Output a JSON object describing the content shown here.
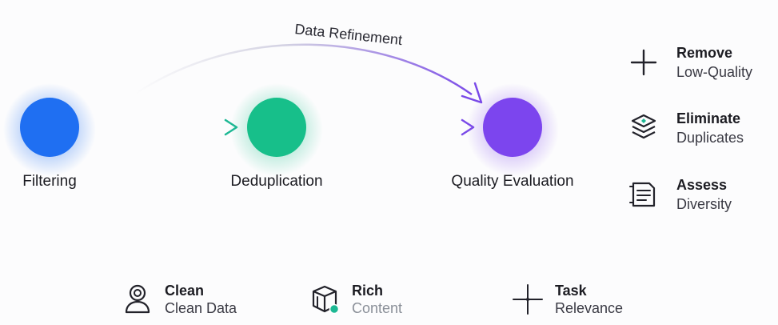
{
  "diagram": {
    "arc_label": "Data Refinement",
    "nodes": [
      {
        "id": "filtering",
        "label": "Filtering",
        "color": "#1f6ff2"
      },
      {
        "id": "deduplication",
        "label": "Deduplication",
        "color": "#17bf8a"
      },
      {
        "id": "quality",
        "label": "Quality Evaluation",
        "color": "#7c45ee"
      }
    ],
    "arrow_colors": {
      "teal": "#1db894",
      "purple": "#7a4ae8"
    }
  },
  "side_list": [
    {
      "title": "Remove",
      "subtitle": "Low-Quality",
      "icon": "plus-icon"
    },
    {
      "title": "Eliminate",
      "subtitle": "Duplicates",
      "icon": "layers-icon"
    },
    {
      "title": "Assess",
      "subtitle": "Diversity",
      "icon": "document-icon"
    }
  ],
  "bottom_list": [
    {
      "title": "Clean",
      "subtitle": "Clean Data",
      "icon": "user-icon"
    },
    {
      "title": "Rich",
      "subtitle": "Content",
      "icon": "box-icon"
    },
    {
      "title": "Task",
      "subtitle": "Relevance",
      "icon": "crosshair-icon"
    }
  ]
}
